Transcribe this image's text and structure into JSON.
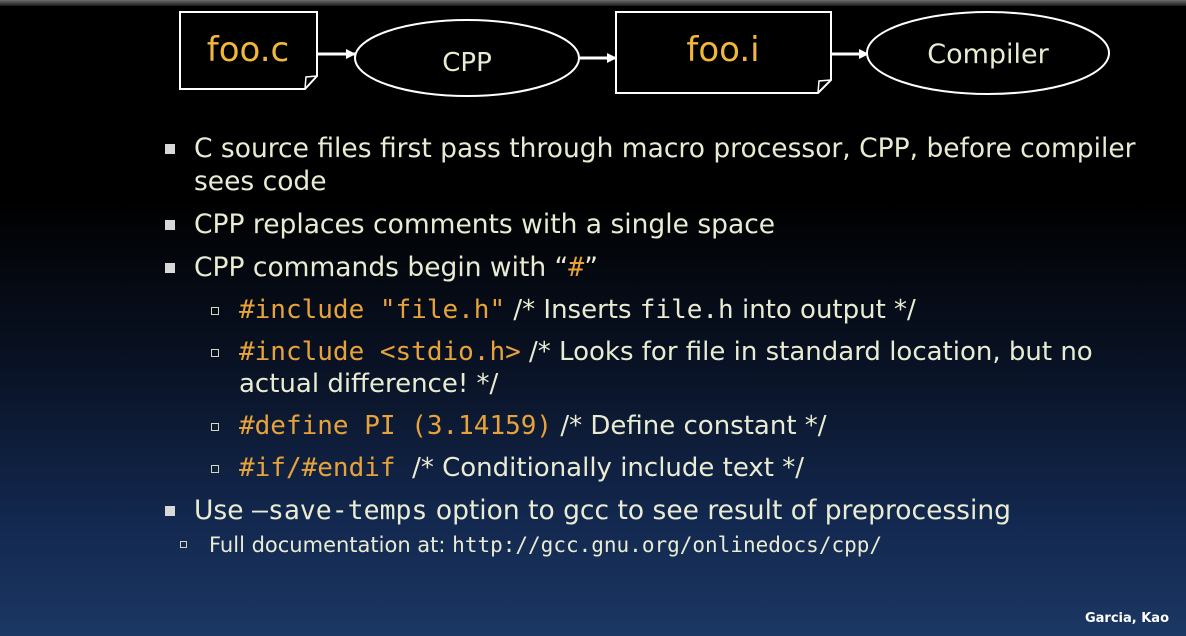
{
  "diagram": {
    "nodes": [
      {
        "id": "foo_c",
        "label": "foo.c",
        "shape": "file"
      },
      {
        "id": "cpp",
        "label": "CPP",
        "shape": "ellipse"
      },
      {
        "id": "foo_i",
        "label": "foo.i",
        "shape": "file"
      },
      {
        "id": "compiler",
        "label": "Compiler",
        "shape": "ellipse"
      }
    ],
    "edges": [
      [
        "foo_c",
        "cpp"
      ],
      [
        "cpp",
        "foo_i"
      ],
      [
        "foo_i",
        "compiler"
      ]
    ]
  },
  "bullets": {
    "b1": "C source files first pass through macro processor, CPP, before compiler sees code",
    "b2": "CPP replaces comments with a single space",
    "b3_pre": "CPP commands begin with “",
    "b3_hash": "#",
    "b3_post": "”",
    "s1_code": "#include \"file.h\"",
    "s1_a": " /* Inserts ",
    "s1_file": "file.h",
    "s1_b": " into output */",
    "s2_code": "#include <stdio.h>",
    "s2_text": " /* Looks for file in standard location, but no actual difference! */",
    "s3_code": "#define PI (3.14159)",
    "s3_text": " /* Define constant */",
    "s4_code": "#if/#endif",
    "s4_text": "  /* Conditionally include text */",
    "b4_pre": "Use ",
    "b4_code": "–save-temps",
    "b4_post": " option to gcc to see result of preprocessing",
    "d1_pre": "Full documentation at: ",
    "d1_url": "http://gcc.gnu.org/onlinedocs/cpp/"
  },
  "footer": "Garcia, Kao",
  "colors": {
    "code": "#e7a33a",
    "text": "#e9ecd2",
    "file_label": "#f0b73a",
    "ellipse_label": "#e9ecd2"
  }
}
